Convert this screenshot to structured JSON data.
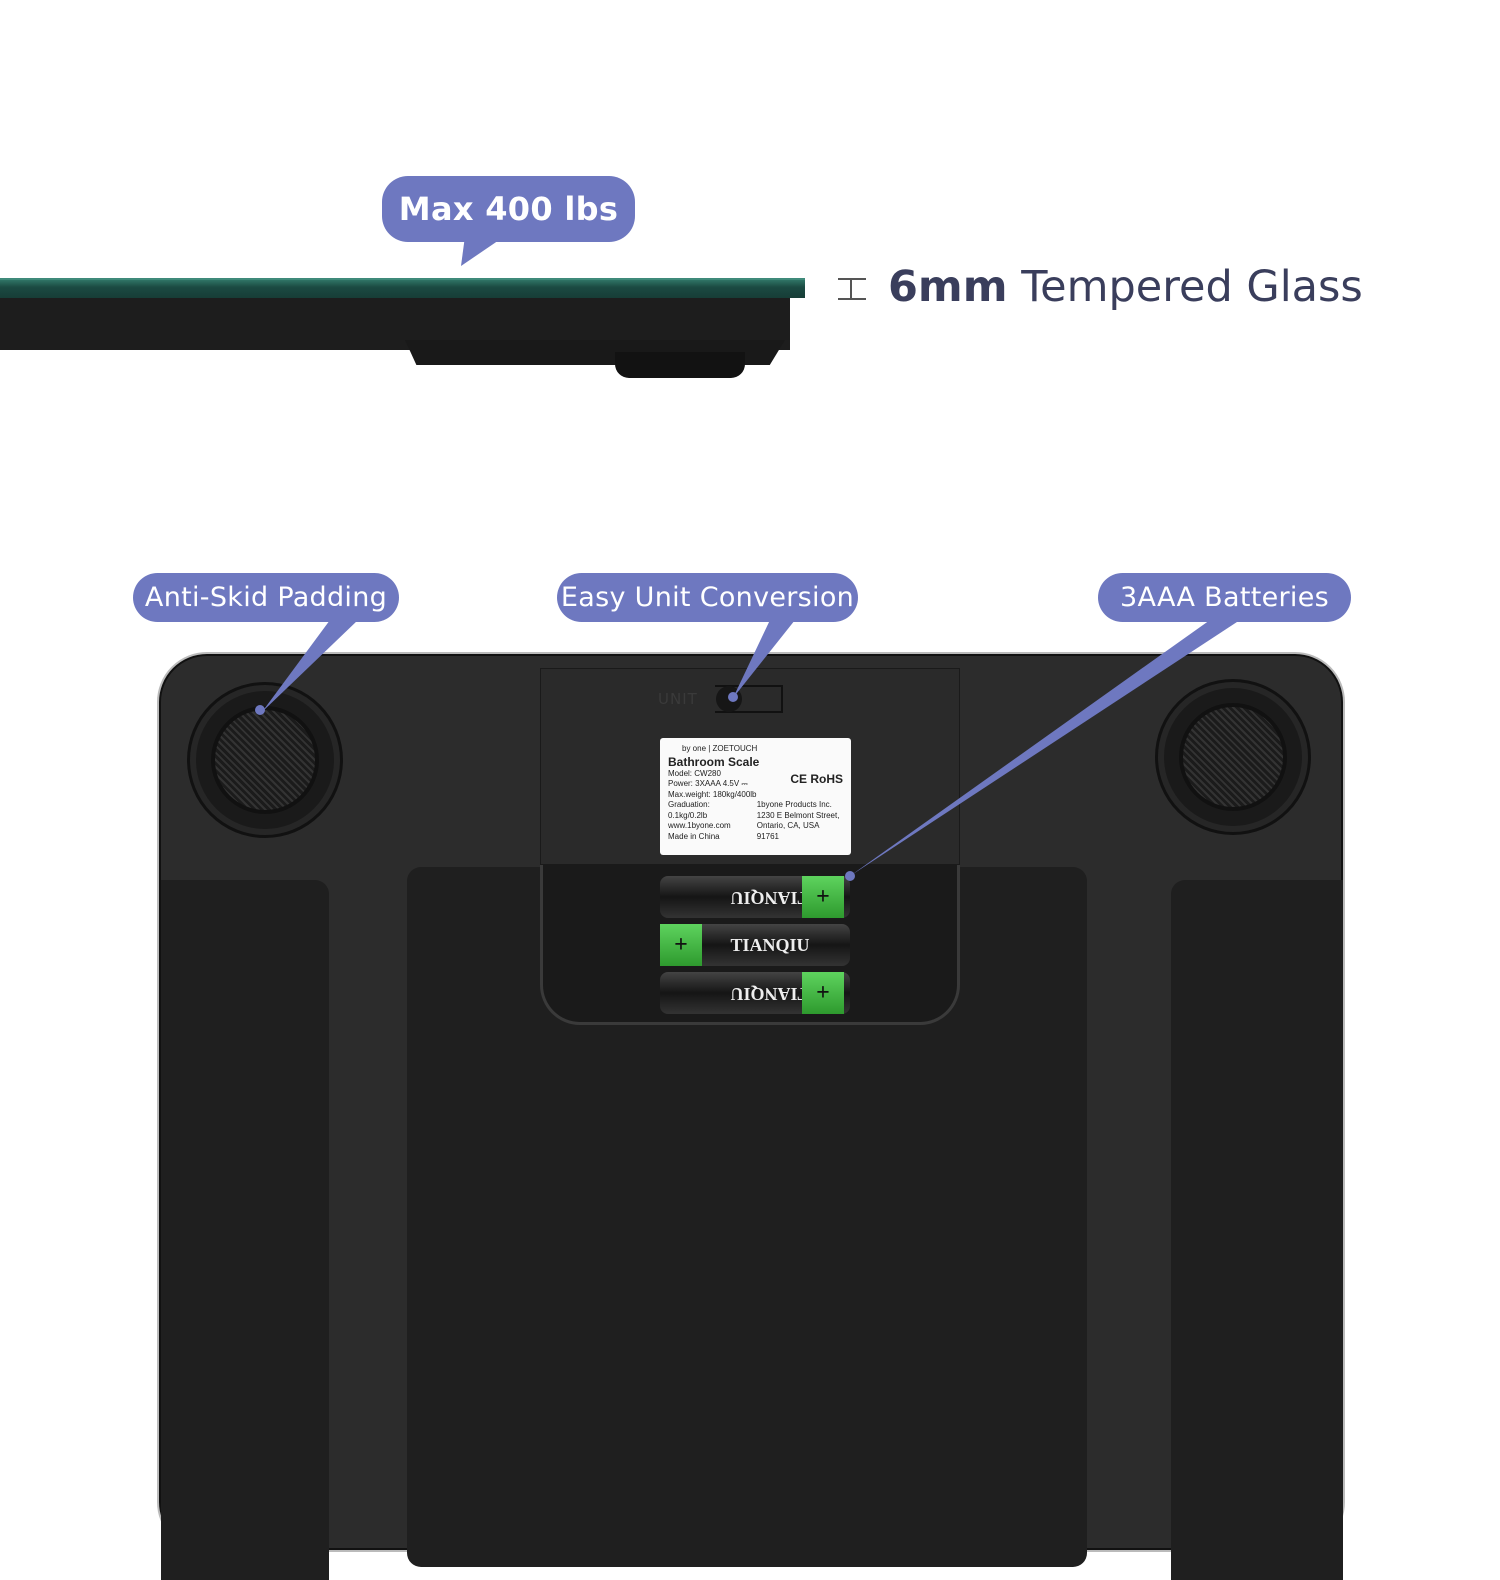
{
  "callouts": {
    "max_weight": "Max 400 lbs",
    "glass_thickness": "6mm",
    "glass_type": "Tempered Glass",
    "anti_skid": "Anti-Skid Padding",
    "unit_conversion": "Easy Unit Conversion",
    "batteries": "3AAA Batteries"
  },
  "switch_label": "UNIT",
  "product_label": {
    "brand": "by one | ZOETOUCH",
    "title": "Bathroom Scale",
    "model": "Model: CW280",
    "power": "Power: 3XAAA 4.5V ⎓",
    "max_weight": "Max.weight: 180kg/400lb",
    "graduation": "Graduation: 0.1kg/0.2lb",
    "website": "www.1byone.com",
    "origin": "Made in China",
    "company": "1byone Products Inc.",
    "address1": "1230 E Belmont Street,",
    "address2": "Ontario, CA, USA 91761",
    "marks": "CE RoHS"
  },
  "battery_brand": "TIANQIU",
  "colors": {
    "accent": "#6e78c0",
    "headline": "#3a3e5c",
    "glass": "#1b4a42"
  }
}
